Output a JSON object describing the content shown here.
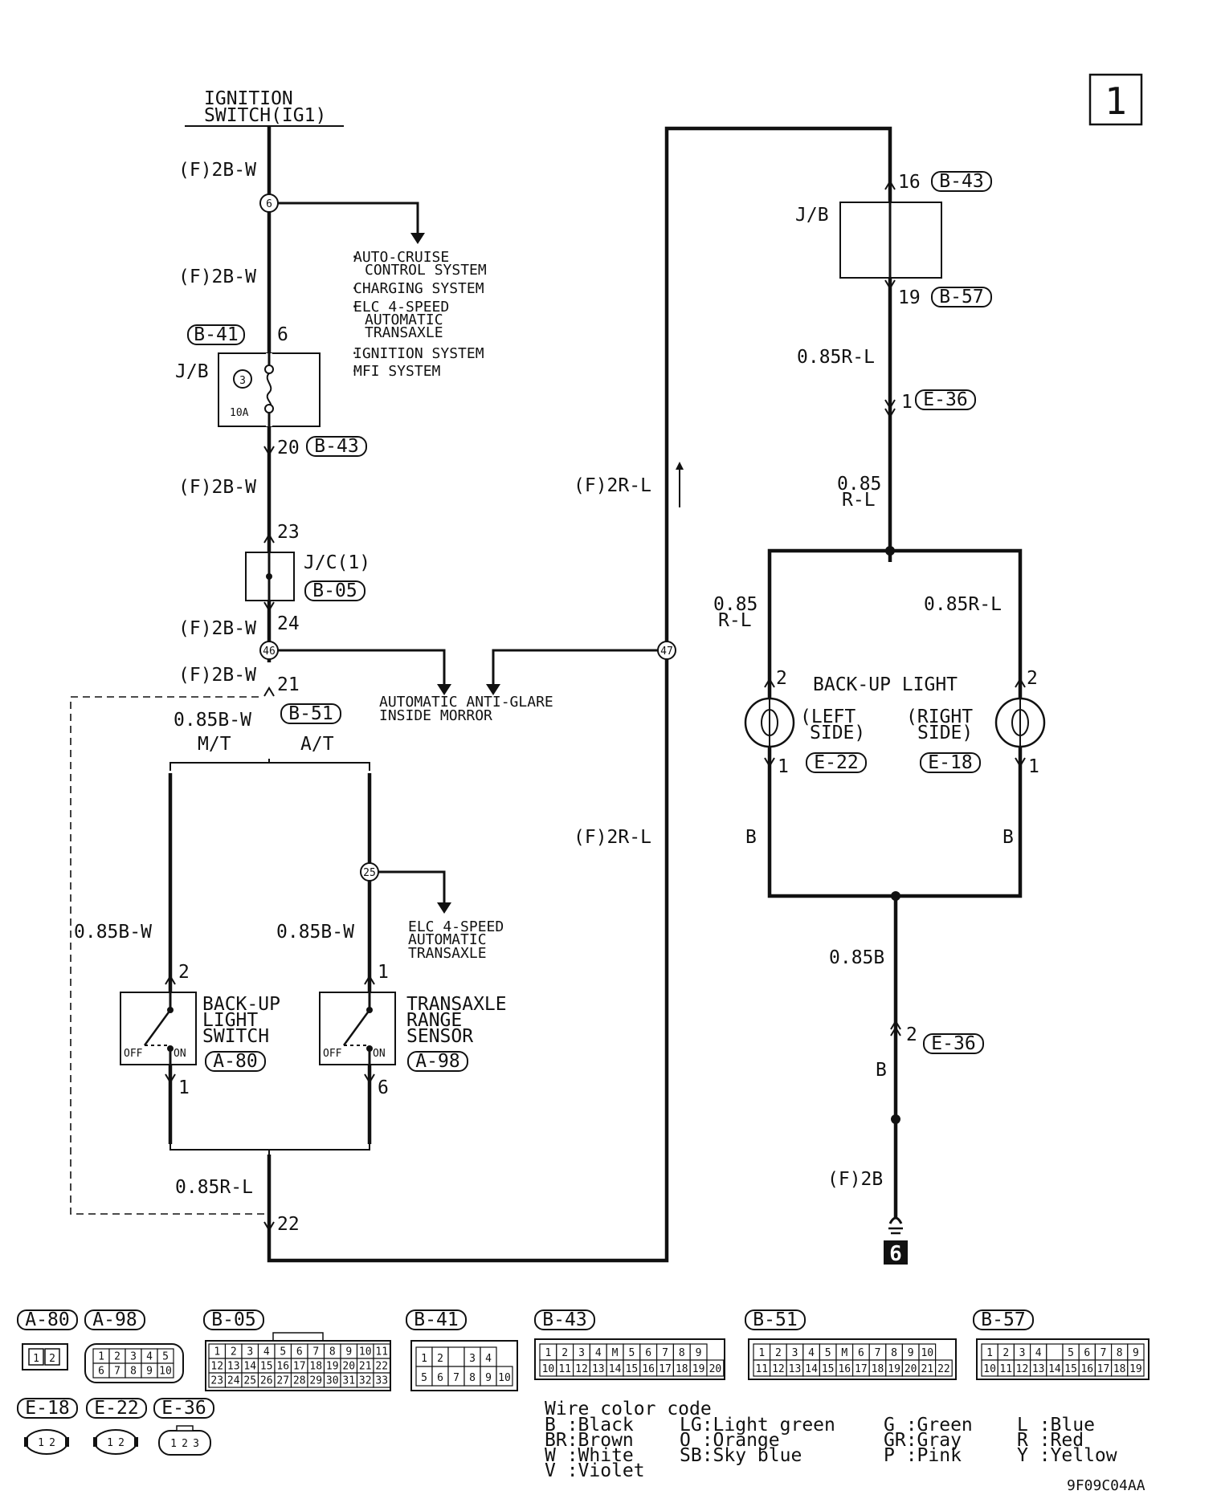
{
  "page_number": "1",
  "diagram_code": "9F09C04AA",
  "ignition": {
    "line1": "IGNITION",
    "line2": "SWITCH(IG1)"
  },
  "wires": {
    "f2bw_1": "(F)2B-W",
    "f2bw_2": "(F)2B-W",
    "f2bw_3": "(F)2B-W",
    "f2bw_4": "(F)2B-W",
    "f2bw_5": "(F)2B-W",
    "b085bw_top": "0.85B-W",
    "mt": "M/T",
    "at": "A/T",
    "b085bw_left": "0.85B-W",
    "b085bw_mid": "0.85B-W",
    "r085rl_bottom": "0.85R-L",
    "f2rl_top": "(F)2R-L",
    "f2rl_bottom": "(F)2R-L",
    "r085rl_right_top": "0.85R-L",
    "r085_a": "0.85",
    "r085_b": "R-L",
    "left_085_a": "0.85",
    "left_085_b": "R-L",
    "right_085rl": "0.85R-L",
    "b_left": "B",
    "b_right": "B",
    "b085b": "0.85B",
    "b_single": "B",
    "f2b": "(F)2B"
  },
  "splices": {
    "s6": "6",
    "s46": "46",
    "s47": "47",
    "s25": "25"
  },
  "branch_list": [
    "AUTO-CRUISE",
    "CONTROL SYSTEM",
    "CHARGING SYSTEM",
    "ELC 4-SPEED",
    "AUTOMATIC",
    "TRANSAXLE",
    "IGNITION SYSTEM",
    "MFI SYSTEM"
  ],
  "antiglare": {
    "line1": "AUTOMATIC ANTI-GLARE",
    "line2": "INSIDE MORROR"
  },
  "elc": {
    "line1": "ELC 4-SPEED",
    "line2": "AUTOMATIC",
    "line3": "TRANSAXLE"
  },
  "jb_left": {
    "label": "J/B",
    "fuse_no": "3",
    "fuse_amp": "10A",
    "conn_in": "B-41",
    "pin_in": "6",
    "pin_out": "20",
    "conn_out": "B-43"
  },
  "jc": {
    "label": "J/C(1)",
    "conn": "B-05",
    "pin_in": "23",
    "pin_out": "24"
  },
  "pin21": "21",
  "conn_b51": "B-51",
  "pin22": "22",
  "jb_right": {
    "label": "J/B",
    "pin_in": "16",
    "conn_in": "B-43",
    "pin_out": "19",
    "conn_out": "B-57"
  },
  "e36_top": {
    "pin": "1",
    "conn": "E-36"
  },
  "e36_bottom": {
    "pin": "2",
    "conn": "E-36"
  },
  "backup_light": {
    "title": "BACK-UP LIGHT",
    "left1": "(LEFT",
    "left2": "SIDE)",
    "right1": "(RIGHT",
    "right2": "SIDE)",
    "conn_left": "E-22",
    "conn_right": "E-18",
    "pin2_l": "2",
    "pin1_l": "1",
    "pin2_r": "2",
    "pin1_r": "1"
  },
  "backup_switch": {
    "line1": "BACK-UP",
    "line2": "LIGHT",
    "line3": "SWITCH",
    "conn": "A-80",
    "pin_top": "2",
    "pin_bot": "1",
    "off": "OFF",
    "on": "ON"
  },
  "range_sensor": {
    "line1": "TRANSAXLE",
    "line2": "RANGE",
    "line3": "SENSOR",
    "conn": "A-98",
    "pin_top": "1",
    "pin_bot": "6",
    "off": "OFF",
    "on": "ON"
  },
  "ground": "6",
  "connectors": {
    "a80": {
      "name": "A-80",
      "pins": [
        "1",
        "2"
      ]
    },
    "a98": {
      "name": "A-98",
      "row1": [
        "1",
        "2",
        "3",
        "4",
        "5"
      ],
      "row2": [
        "6",
        "7",
        "8",
        "9",
        "10"
      ]
    },
    "b05": {
      "name": "B-05",
      "row1": [
        "1",
        "2",
        "3",
        "4",
        "5",
        "6",
        "7",
        "8",
        "9",
        "10",
        "11"
      ],
      "row2": [
        "12",
        "13",
        "14",
        "15",
        "16",
        "17",
        "18",
        "19",
        "20",
        "21",
        "22"
      ],
      "row3": [
        "23",
        "24",
        "25",
        "26",
        "27",
        "28",
        "29",
        "30",
        "31",
        "32",
        "33"
      ]
    },
    "b41": {
      "name": "B-41",
      "row1": [
        "1",
        "2",
        "",
        "3",
        "4"
      ],
      "row2": [
        "5",
        "6",
        "7",
        "8",
        "9",
        "10"
      ]
    },
    "b43": {
      "name": "B-43",
      "row1": [
        "1",
        "2",
        "3",
        "4",
        "M",
        "5",
        "6",
        "7",
        "8",
        "9"
      ],
      "row2": [
        "10",
        "11",
        "12",
        "13",
        "14",
        "15",
        "16",
        "17",
        "18",
        "19",
        "20"
      ]
    },
    "b51": {
      "name": "B-51",
      "row1": [
        "1",
        "2",
        "3",
        "4",
        "5",
        "M",
        "6",
        "7",
        "8",
        "9",
        "10"
      ],
      "row2": [
        "11",
        "12",
        "13",
        "14",
        "15",
        "16",
        "17",
        "18",
        "19",
        "20",
        "21",
        "22"
      ]
    },
    "b57": {
      "name": "B-57",
      "row1": [
        "1",
        "2",
        "3",
        "4",
        "",
        "5",
        "6",
        "7",
        "8",
        "9"
      ],
      "row2": [
        "10",
        "11",
        "12",
        "13",
        "14",
        "15",
        "16",
        "17",
        "18",
        "19"
      ]
    },
    "e18": {
      "name": "E-18",
      "pins": [
        "1",
        "2"
      ]
    },
    "e22": {
      "name": "E-22",
      "pins": [
        "1",
        "2"
      ]
    },
    "e36": {
      "name": "E-36",
      "pins": [
        "1",
        "2",
        "3"
      ]
    }
  },
  "wire_colors": {
    "title": "Wire color code",
    "col1": [
      "B :Black",
      "BR:Brown",
      "W :White",
      "V :Violet"
    ],
    "col2": [
      "LG:Light green",
      "O :Orange",
      "SB:Sky blue"
    ],
    "col3": [
      "G :Green",
      "GR:Gray",
      "P :Pink"
    ],
    "col4": [
      "L :Blue",
      "R :Red",
      "Y :Yellow"
    ]
  }
}
